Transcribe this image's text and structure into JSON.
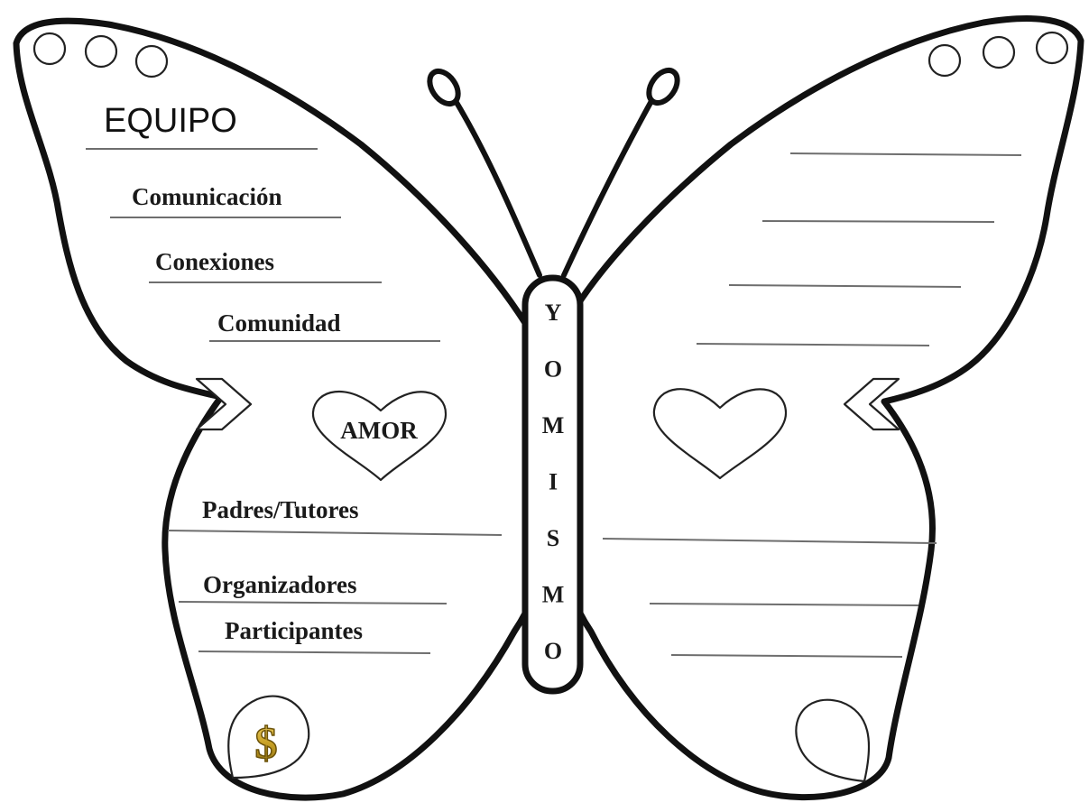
{
  "left_wing": {
    "title": "EQUIPO",
    "items": [
      "Comunicación",
      "Conexiones",
      "Comunidad"
    ],
    "heart_label": "AMOR",
    "lower_items": [
      "Padres/Tutores",
      "Organizadores",
      "Participantes"
    ],
    "coin_symbol": "$"
  },
  "body": {
    "letters": [
      "Y",
      "O",
      "M",
      "I",
      "S",
      "M",
      "O"
    ]
  },
  "colors": {
    "outline": "#111111",
    "rule": "#6e6e6e",
    "coin": "#c9a227"
  }
}
